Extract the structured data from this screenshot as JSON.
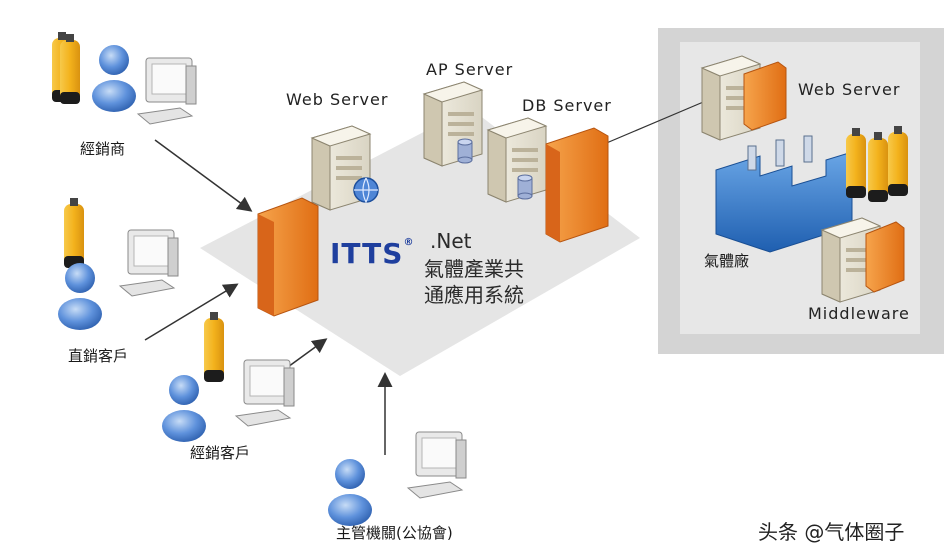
{
  "actors": {
    "distributor": "經銷商",
    "direct_customer": "直銷客戶",
    "dealer_customer": "經銷客戶",
    "authority": "主管機關(公協會)"
  },
  "servers": {
    "web_server": "Web Server",
    "ap_server": "AP Server",
    "db_server": "DB Server",
    "remote_web_server": "Web Server",
    "middleware": "Middleware"
  },
  "platform": {
    "brand": "ITTS",
    "brand_mark": "®",
    "tech": ".Net",
    "title_line1": "氣體產業共",
    "title_line2": "通應用系統"
  },
  "plant": {
    "label": "氣體廠"
  },
  "watermark": "头条 @气体圈子",
  "colors": {
    "firewall_orange": "#f08a2a",
    "cylinder_yellow": "#f5b820",
    "person_blue": "#4a7fd0",
    "factory_blue": "#2f78c8",
    "platform_gray": "#e6e6e6",
    "panel_gray": "#d3d3d3"
  }
}
